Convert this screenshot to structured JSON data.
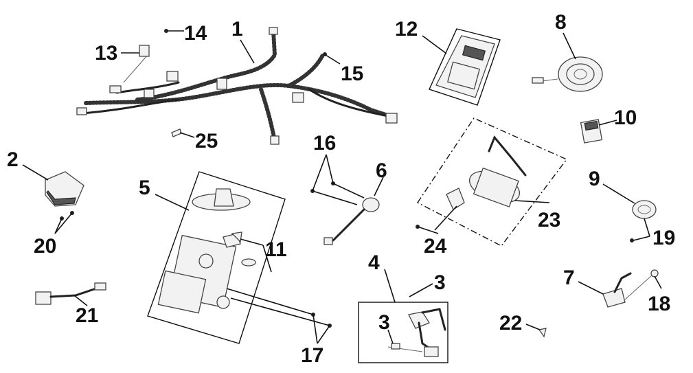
{
  "diagram": {
    "callouts": [
      "1",
      "2",
      "3",
      "3",
      "4",
      "5",
      "6",
      "7",
      "8",
      "9",
      "10",
      "11",
      "12",
      "13",
      "14",
      "15",
      "16",
      "17",
      "18",
      "19",
      "20",
      "21",
      "22",
      "23",
      "24",
      "25"
    ]
  },
  "icons": {
    "wiring-harness": "wiring-harness-icon",
    "regulator": "regulator-icon",
    "ignition-switch": "ignition-switch-icon",
    "fuel-pump": "fuel-pump-icon",
    "horn": "horn-icon",
    "relay": "relay-icon"
  }
}
